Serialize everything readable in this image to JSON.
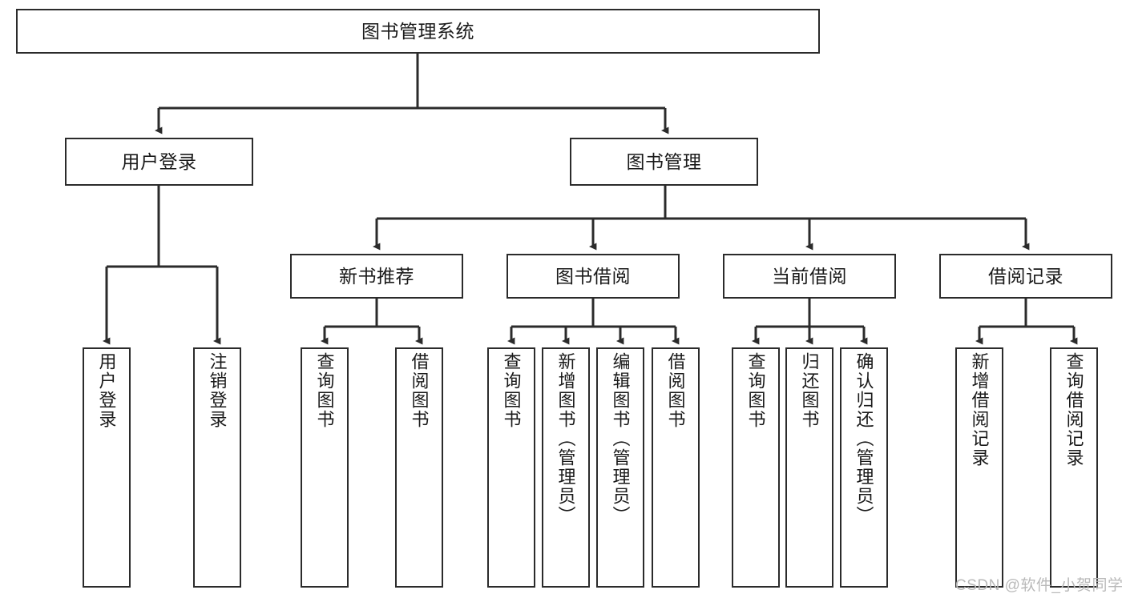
{
  "diagram": {
    "type": "tree-hierarchy",
    "title": "图书管理系统",
    "colors": {
      "box_stroke": "#2b2b2b",
      "box_fill": "#ffffff",
      "connector": "#2b2b2b",
      "text": "#1a1a1a",
      "watermark": "#b9b9b9",
      "background": "#ffffff"
    },
    "root": {
      "label": "图书管理系统"
    },
    "level2": [
      {
        "label": "用户登录"
      },
      {
        "label": "图书管理"
      }
    ],
    "level3": [
      {
        "label": "新书推荐"
      },
      {
        "label": "图书借阅"
      },
      {
        "label": "当前借阅"
      },
      {
        "label": "借阅记录"
      }
    ],
    "leaves": {
      "user_login": [
        {
          "label": "用户登录"
        },
        {
          "label": "注销登录"
        }
      ],
      "new_book_recommend": [
        {
          "label": "查询图书"
        },
        {
          "label": "借阅图书"
        }
      ],
      "book_borrow": [
        {
          "label": "查询图书"
        },
        {
          "label": "新增图书（管理员）"
        },
        {
          "label": "编辑图书（管理员）"
        },
        {
          "label": "借阅图书"
        }
      ],
      "current_borrow": [
        {
          "label": "查询图书"
        },
        {
          "label": "归还图书"
        },
        {
          "label": "确认归还（管理员）"
        }
      ],
      "borrow_record": [
        {
          "label": "新增借阅记录"
        },
        {
          "label": "查询借阅记录"
        }
      ]
    },
    "watermark": "CSDN @软件_小贺同学"
  }
}
